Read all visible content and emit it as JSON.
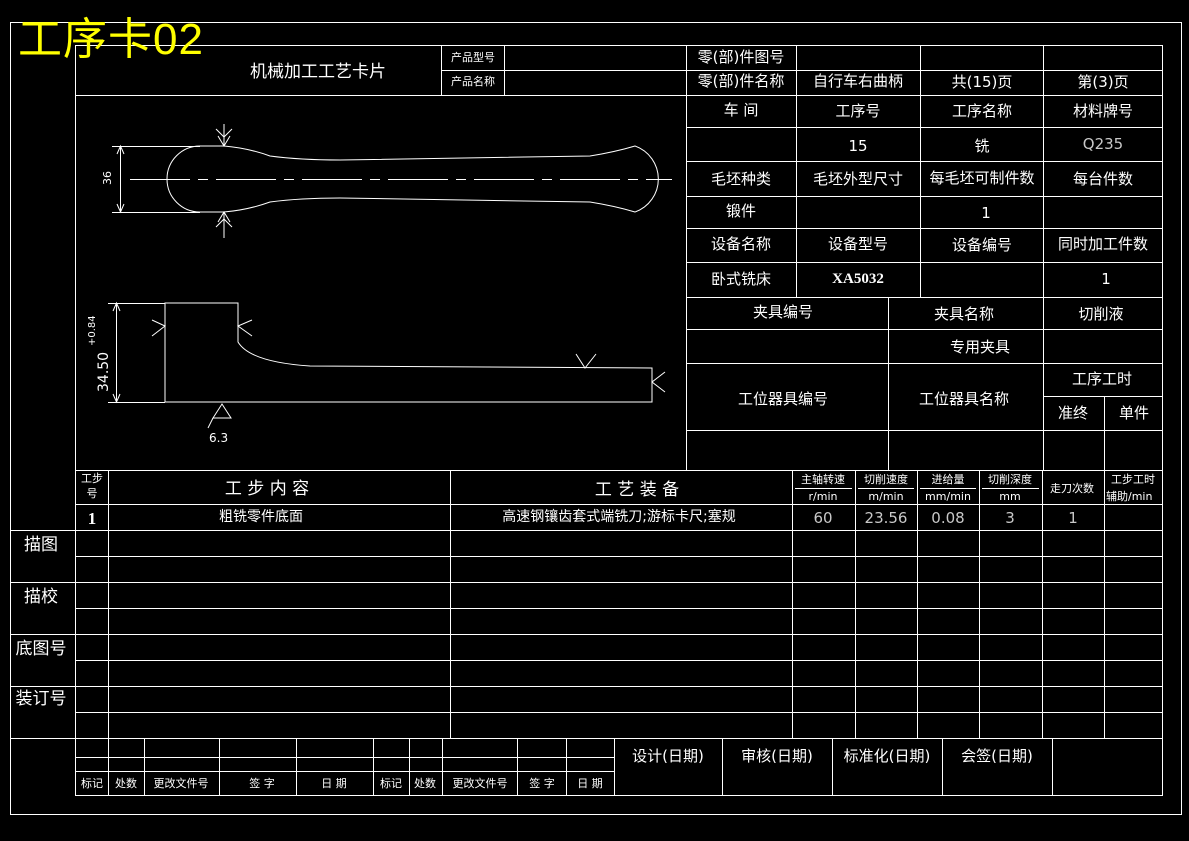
{
  "card_title": "工序卡02",
  "header": {
    "doc_name": "机械加工工艺卡片",
    "product_model_label": "产品型号",
    "product_name_label": "产品名称",
    "part_drawing_no_label": "零(部)件图号",
    "part_name_label": "零(部)件名称",
    "part_name_value": "自行车右曲柄",
    "total_pages": "共(15)页",
    "page_no": "第(3)页"
  },
  "info": {
    "workshop_label": "车  间",
    "op_no_label": "工序号",
    "op_name_label": "工序名称",
    "material_label": "材料牌号",
    "op_no_value": "15",
    "op_name_value": "铣",
    "material_value": "Q235",
    "blank_type_label": "毛坯种类",
    "blank_size_label": "毛坯外型尺寸",
    "per_blank_label": "每毛坯可制件数",
    "per_machine_label": "每台件数",
    "blank_type_value": "锻件",
    "per_blank_value": "1",
    "equip_name_label": "设备名称",
    "equip_model_label": "设备型号",
    "equip_no_label": "设备编号",
    "simul_label": "同时加工件数",
    "equip_name_value": "卧式铣床",
    "equip_model_value": "XA5032",
    "simul_value": "1",
    "fixture_no_label": "夹具编号",
    "fixture_name_label": "夹具名称",
    "coolant_label": "切削液",
    "fixture_name_value": "专用夹具",
    "station_tool_no_label": "工位器具编号",
    "station_tool_name_label": "工位器具名称",
    "op_time_label": "工序工时",
    "prep_time_label": "准终",
    "unit_time_label": "单件"
  },
  "drawing": {
    "dim_width": "36",
    "dim_height": "34.50",
    "dim_tol": "+0.84",
    "roughness": "6.3"
  },
  "steps": {
    "headers": {
      "step_no": [
        "工步",
        "号"
      ],
      "content": "工  步  内  容",
      "equipment": "工  艺  装  备",
      "spindle": [
        "主轴转速",
        "r/min"
      ],
      "speed": [
        "切削速度",
        "m/min"
      ],
      "feed": [
        "进给量",
        "mm/min"
      ],
      "depth": [
        "切削深度",
        "mm"
      ],
      "passes": "走刀次数",
      "time": [
        "工步工时",
        "辅助/min"
      ]
    },
    "rows": [
      {
        "no": "1",
        "content": "粗铣零件底面",
        "equipment": "高速钢镶齿套式端铣刀;游标卡尺;塞规",
        "spindle": "60",
        "speed": "23.56",
        "feed": "0.08",
        "depth": "3",
        "passes": "1"
      }
    ]
  },
  "side_labels": {
    "trace": "描图",
    "trace_check": "描校",
    "base_drawing_no": "底图号",
    "binding_no": "装订号"
  },
  "footer": {
    "design": "设计(日期)",
    "review": "审核(日期)",
    "standard": "标准化(日期)",
    "countersign": "会签(日期)",
    "mark": "标记",
    "place": "处数",
    "change_doc": "更改文件号",
    "signature": "签  字",
    "date": "日  期",
    "mark2": "标记",
    "place2": "处数",
    "change_doc2": "更改文件号",
    "signature2": "签 字",
    "date2": "日 期"
  }
}
